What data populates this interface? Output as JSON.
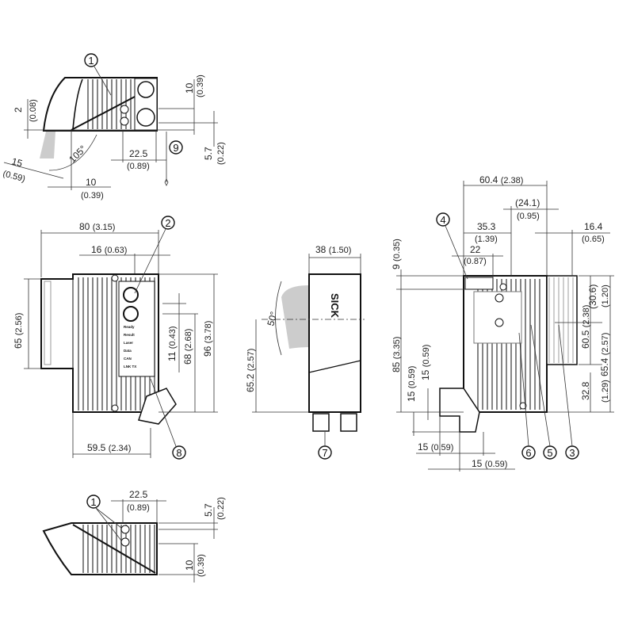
{
  "top_view": {
    "callout_1": "1",
    "dim_10": "10",
    "dim_10_in": "(0.39)",
    "dim_2": "2",
    "dim_2_in": "(0.08)",
    "dim_22_5": "22.5",
    "dim_22_5_in": "(0.89)",
    "callout_9": "9",
    "dim_5_7": "5.7",
    "dim_5_7_in": "(0.22)",
    "dim_15": "15",
    "dim_15_in": "(0.59)",
    "angle": "105°",
    "dim_10b": "10",
    "dim_10b_in": "(0.39)"
  },
  "front_view": {
    "dim_80": "80",
    "dim_80_in": "(3.15)",
    "callout_2": "2",
    "dim_16": "16",
    "dim_16_in": "(0.63)",
    "dim_65": "65",
    "dim_65_in": "(2.56)",
    "dim_11": "11",
    "dim_11_in": "(0.43)",
    "dim_68": "68",
    "dim_68_in": "(2.68)",
    "dim_96": "96",
    "dim_96_in": "(3.78)",
    "dim_59_5": "59.5",
    "dim_59_5_in": "(2.34)",
    "callout_8": "8",
    "leds": [
      "Ready",
      "Result",
      "Laser",
      "Data",
      "CAN",
      "LNK TX"
    ]
  },
  "side_view": {
    "dim_38": "38",
    "dim_38_in": "(1.50)",
    "angle": "50°",
    "dim_65_2": "65.2",
    "dim_65_2_in": "(2.57)",
    "logo": "SICK",
    "callout_7": "7"
  },
  "right_view": {
    "dim_60_4": "60.4",
    "dim_60_4_in": "(2.38)",
    "dim_24_1": "(24.1)",
    "dim_24_1_in": "(0.95)",
    "callout_4": "4",
    "dim_35_3": "35.3",
    "dim_35_3_in": "(1.39)",
    "dim_16_4": "16.4",
    "dim_16_4_in": "(0.65)",
    "dim_9": "9",
    "dim_9_in": "(0.35)",
    "dim_22": "22",
    "dim_22_in": "(0.87)",
    "dim_30_6": "(30.6)",
    "dim_30_6_in": "(1.20)",
    "dim_85": "85",
    "dim_85_in": "(3.35)",
    "dim_60_5": "60.5",
    "dim_60_5_in": "(2.38)",
    "dim_65_4": "65.4",
    "dim_65_4_in": "(2.57)",
    "dim_15a": "15",
    "dim_15a_in": "(0.59)",
    "dim_15b": "15",
    "dim_15b_in": "(0.59)",
    "dim_32_8": "32.8",
    "dim_32_8_in": "(1.29)",
    "dim_15c": "15",
    "dim_15c_in": "(0.59)",
    "dim_15d": "15",
    "dim_15d_in": "(0.59)",
    "callout_6": "6",
    "callout_5": "5",
    "callout_3": "3"
  },
  "bottom_view": {
    "callout_1": "1",
    "dim_22_5": "22.5",
    "dim_22_5_in": "(0.89)",
    "dim_5_7": "5.7",
    "dim_5_7_in": "(0.22)",
    "dim_10": "10",
    "dim_10_in": "(0.39)"
  }
}
